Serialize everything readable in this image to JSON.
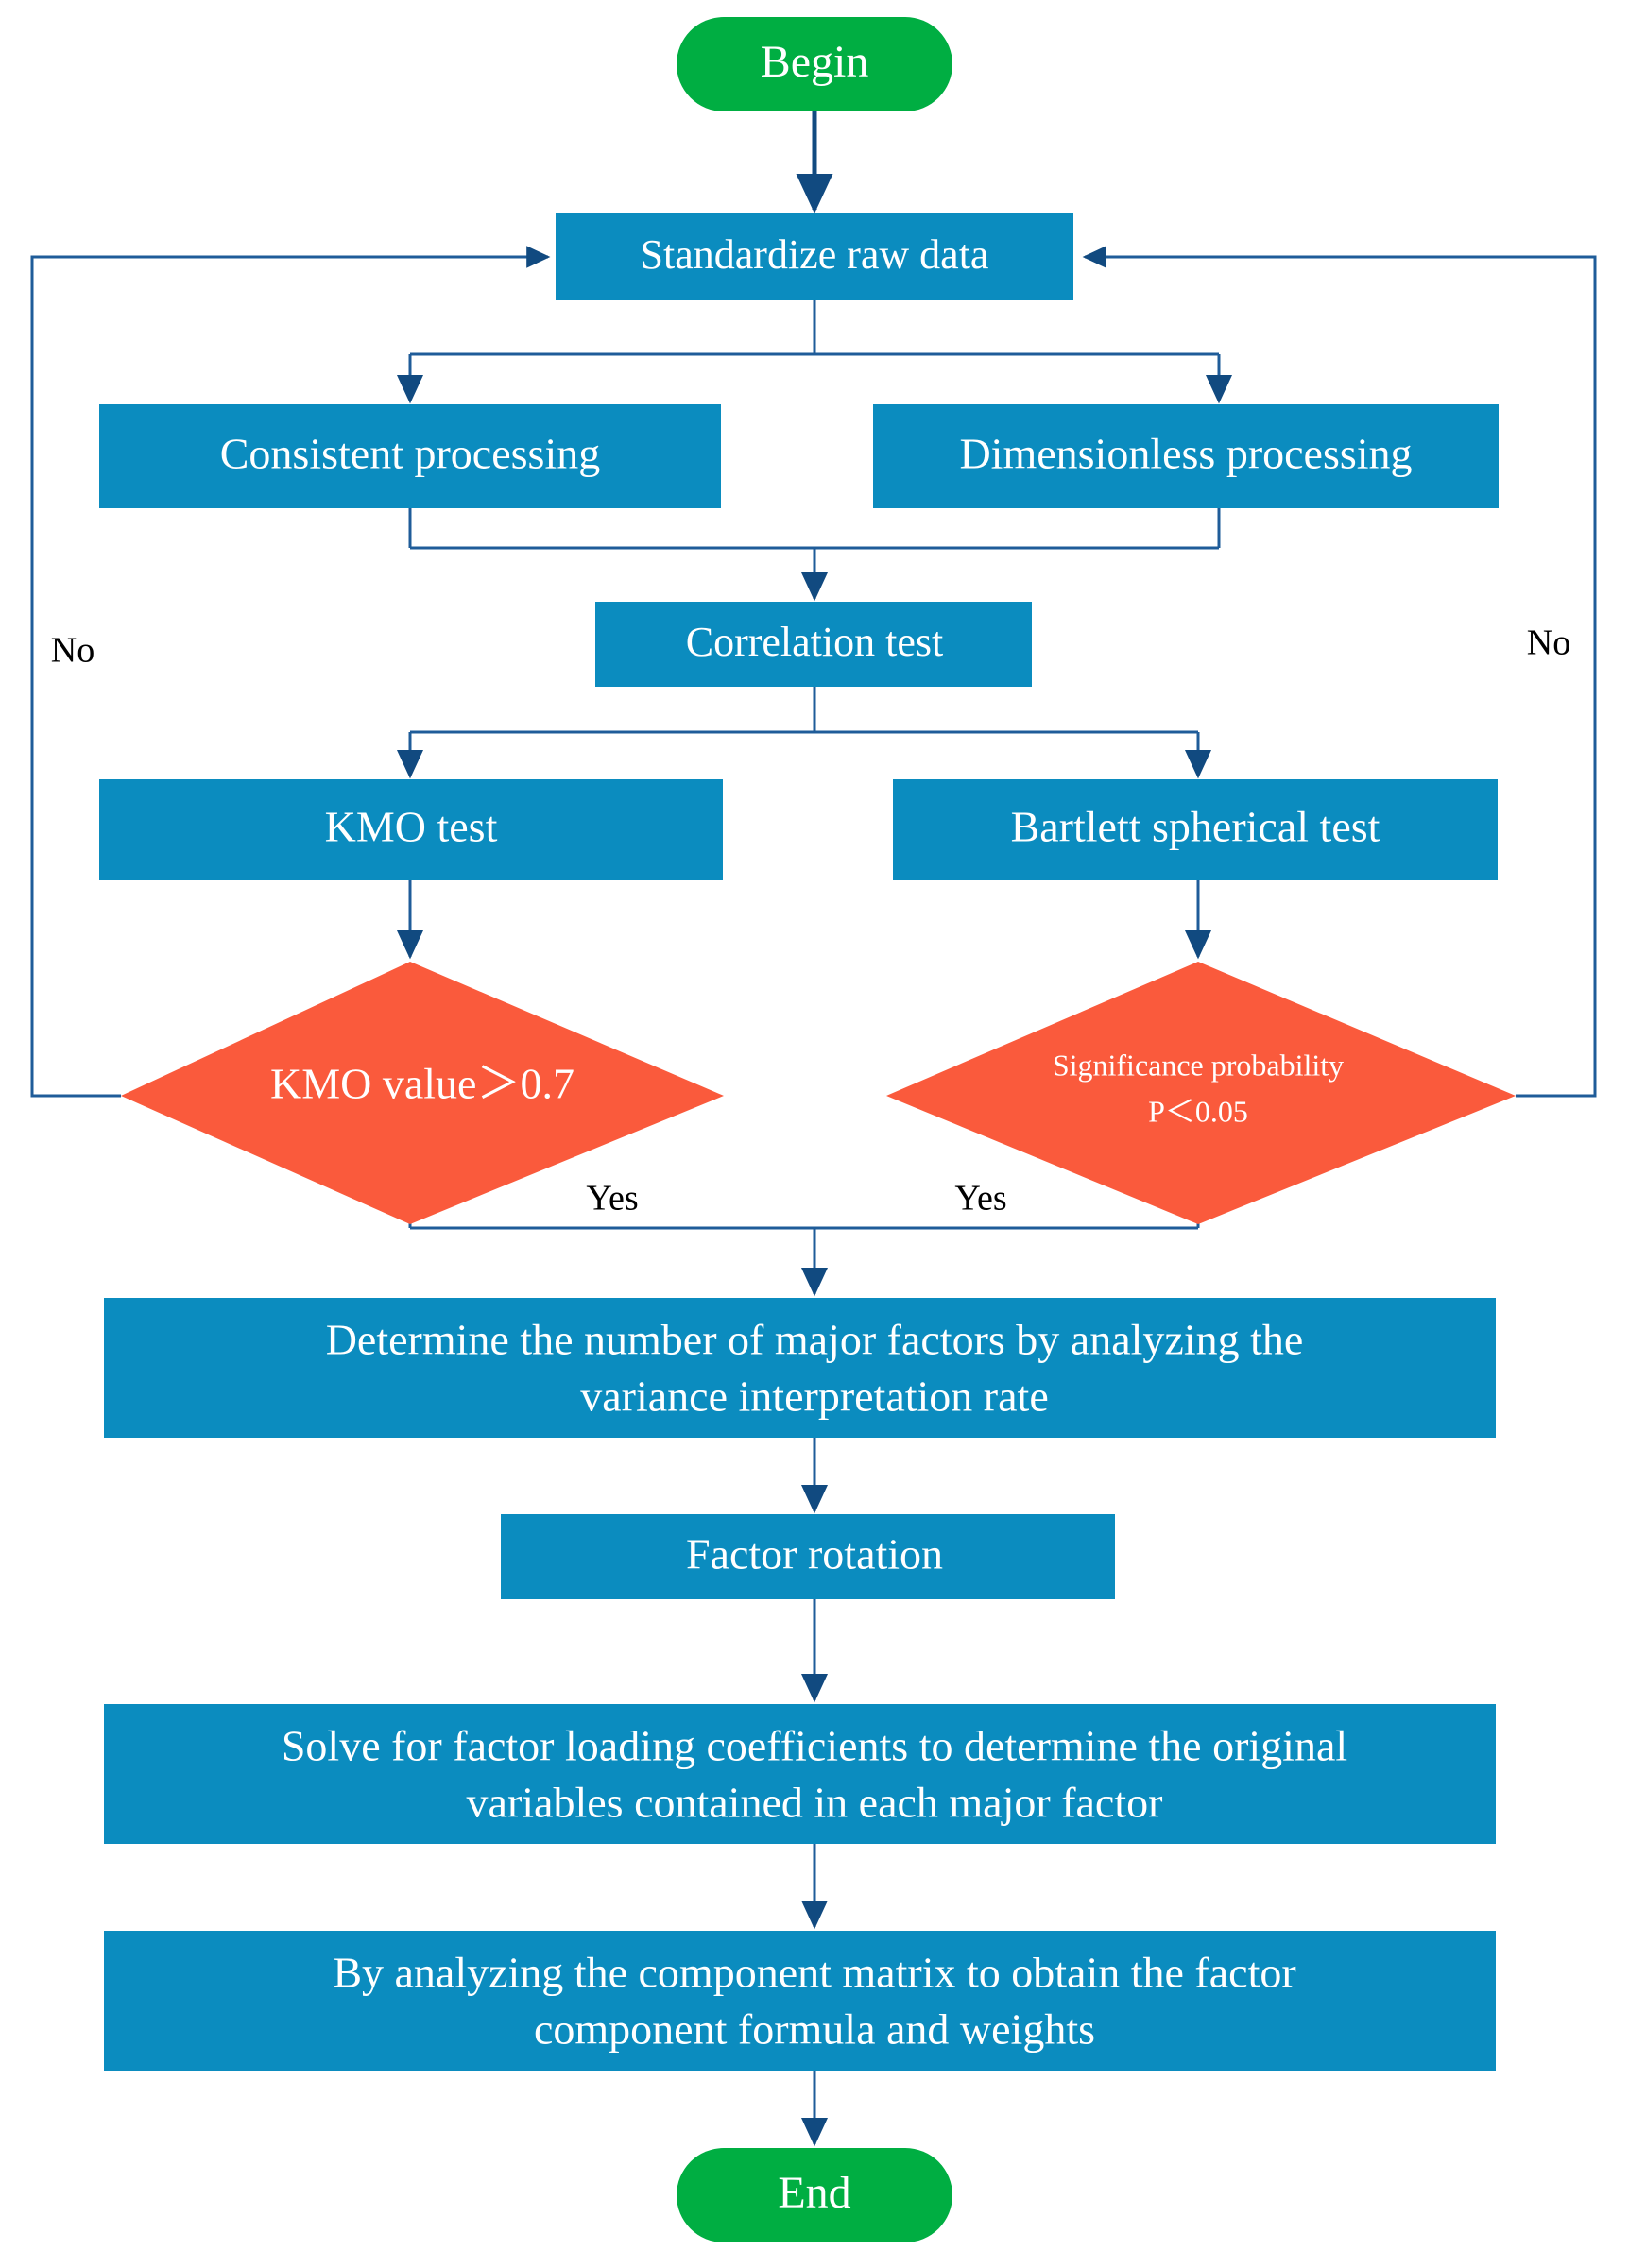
{
  "diagram": {
    "title": "Factor analysis flowchart",
    "colors": {
      "process_fill": "#0B8CBF",
      "terminal_fill": "#00AE42",
      "decision_fill": "#FA5A3C",
      "connector": "#1F5C99",
      "arrow": "#114A80",
      "node_text": "#FFFFFF",
      "edge_text": "#000000",
      "background": "#FFFFFF"
    },
    "nodes": {
      "begin": {
        "label": "Begin",
        "shape": "terminal"
      },
      "standardize": {
        "label": "Standardize raw data",
        "shape": "process"
      },
      "consistent": {
        "label": "Consistent processing",
        "shape": "process"
      },
      "dimensionless": {
        "label": "Dimensionless processing",
        "shape": "process"
      },
      "correlation": {
        "label": "Correlation test",
        "shape": "process"
      },
      "kmo_test": {
        "label": "KMO test",
        "shape": "process"
      },
      "bartlett": {
        "label": "Bartlett spherical test",
        "shape": "process"
      },
      "kmo_decision": {
        "label": "KMO value＞0.7",
        "shape": "decision"
      },
      "sig_decision": {
        "label_line1": "Significance probability",
        "label_line2": "P＜0.05",
        "shape": "decision"
      },
      "determine_factors": {
        "label_line1": "Determine the number of major factors by analyzing the",
        "label_line2": "variance interpretation rate",
        "shape": "process"
      },
      "factor_rotation": {
        "label": "Factor rotation",
        "shape": "process"
      },
      "solve_loading": {
        "label_line1": "Solve for factor loading coefficients to determine the original",
        "label_line2": "variables contained in each major factor",
        "shape": "process"
      },
      "component_matrix": {
        "label_line1": "By analyzing the component matrix to obtain the factor",
        "label_line2": "component formula and weights",
        "shape": "process"
      },
      "end": {
        "label": "End",
        "shape": "terminal"
      }
    },
    "edge_labels": {
      "no_left": "No",
      "no_right": "No",
      "yes_left": "Yes",
      "yes_right": "Yes"
    }
  }
}
